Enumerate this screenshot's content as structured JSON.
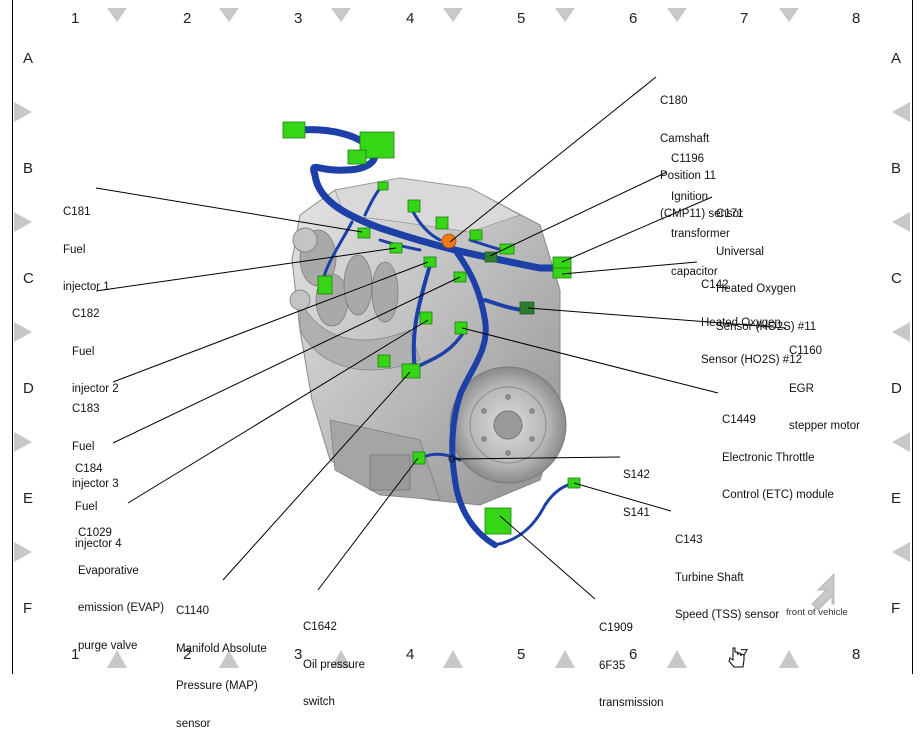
{
  "grid": {
    "columns": [
      "1",
      "2",
      "3",
      "4",
      "5",
      "6",
      "7",
      "8"
    ],
    "rows": [
      "A",
      "B",
      "C",
      "D",
      "E",
      "F"
    ]
  },
  "callouts": [
    {
      "id": "c180",
      "lines": [
        "C180",
        "Camshaft",
        "Position 11",
        "(CMP11) sensor"
      ]
    },
    {
      "id": "c1196",
      "lines": [
        "C1196",
        "Ignition",
        "transformer",
        "capacitor"
      ]
    },
    {
      "id": "c171",
      "lines": [
        "C171",
        "Universal",
        "Heated Oxygen",
        "Sensor (HO2S) #11"
      ]
    },
    {
      "id": "c142",
      "lines": [
        "C142",
        "Heated Oxygen",
        "Sensor (HO2S) #12"
      ]
    },
    {
      "id": "c1160",
      "lines": [
        "C1160",
        "EGR",
        "stepper motor"
      ]
    },
    {
      "id": "c1449",
      "lines": [
        "C1449",
        "Electronic Throttle",
        "Control (ETC) module"
      ]
    },
    {
      "id": "s142",
      "lines": [
        "S142",
        "S141"
      ]
    },
    {
      "id": "c143",
      "lines": [
        "C143",
        "Turbine Shaft",
        "Speed (TSS) sensor"
      ]
    },
    {
      "id": "c1909",
      "lines": [
        "C1909",
        "6F35",
        "transmission"
      ]
    },
    {
      "id": "c1642",
      "lines": [
        "C1642",
        "Oil pressure",
        "switch"
      ]
    },
    {
      "id": "c1140",
      "lines": [
        "C1140",
        "Manifold Absolute",
        "Pressure (MAP)",
        "sensor"
      ]
    },
    {
      "id": "c1029",
      "lines": [
        "C1029",
        "Evaporative",
        "emission (EVAP)",
        "purge valve"
      ]
    },
    {
      "id": "c184",
      "lines": [
        "C184",
        "Fuel",
        "injector 4"
      ]
    },
    {
      "id": "c183",
      "lines": [
        "C183",
        "Fuel",
        "injector 3"
      ]
    },
    {
      "id": "c182",
      "lines": [
        "C182",
        "Fuel",
        "injector 2"
      ]
    },
    {
      "id": "c181",
      "lines": [
        "C181",
        "Fuel",
        "injector 1"
      ]
    }
  ],
  "front_label": "front of vehicle",
  "colors": {
    "harness": "#1c3fa8",
    "connector": "#36d616",
    "engine": "#b8b8b8",
    "arrow": "#c8c8c8"
  }
}
